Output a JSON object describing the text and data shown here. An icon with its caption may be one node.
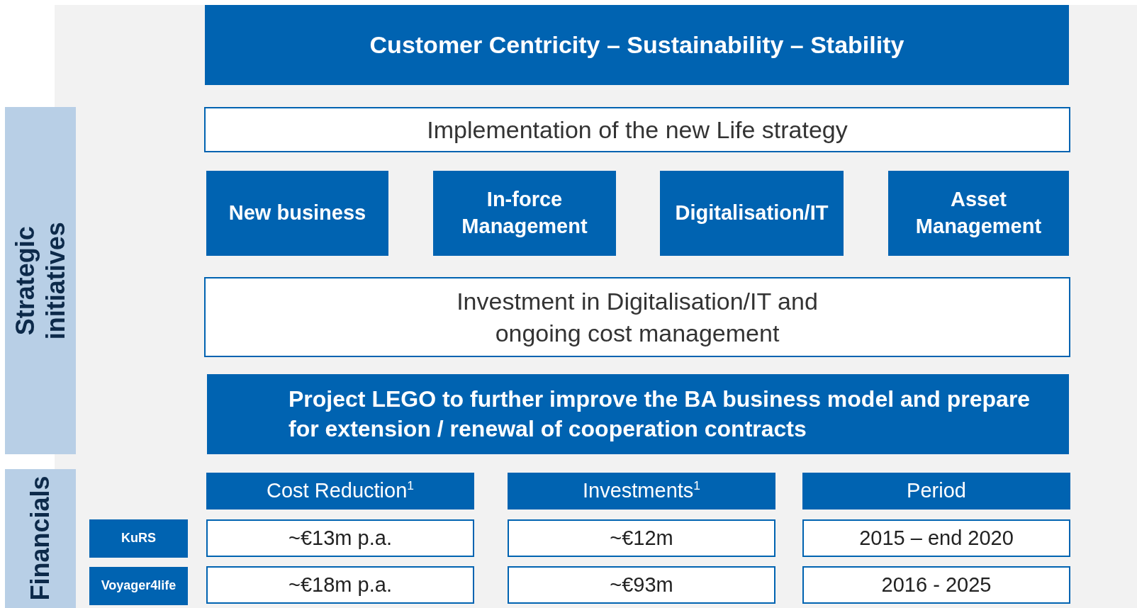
{
  "diagram": {
    "nodes": [
      {
        "text": [
          "Strategic initiatives"
        ]
      },
      {
        "text": [
          "Customer Centricity –  Sustainability – Stability"
        ]
      },
      {
        "text": [
          "Implementation of the new Life strategy"
        ]
      },
      {
        "text": [
          "New business"
        ]
      },
      {
        "text": [
          "In-force Management"
        ]
      },
      {
        "text": [
          "Digitalisation/IT"
        ]
      },
      {
        "text": [
          "Asset Management"
        ]
      },
      {
        "text": [
          "Investment in Digitalisation/IT and ongoing cost management"
        ]
      },
      {
        "text": [
          "Project LEGO to further improve the BA business model and prepare for extension / renewal of cooperation contracts"
        ]
      },
      {
        "text": [
          "Financials"
        ]
      },
      {
        "text": [
          "Cost Reduction$^{1}$"
        ]
      },
      {
        "text": [
          "Investments$^{1}$"
        ]
      },
      {
        "text": [
          "Period"
        ]
      },
      {
        "text": [
          "KuRS"
        ]
      },
      {
        "text": [
          "~€13m p.a."
        ]
      },
      {
        "text": [
          "~€12m"
        ]
      },
      {
        "text": [
          "2015 – end 2020"
        ]
      },
      {
        "text": [
          "Voyager4life"
        ]
      },
      {
        "text": [
          "~€18m p.a."
        ]
      },
      {
        "text": [
          "~€93m"
        ]
      },
      {
        "text": [
          "2016 - 2025"
        ]
      }
    ]
  }
}
